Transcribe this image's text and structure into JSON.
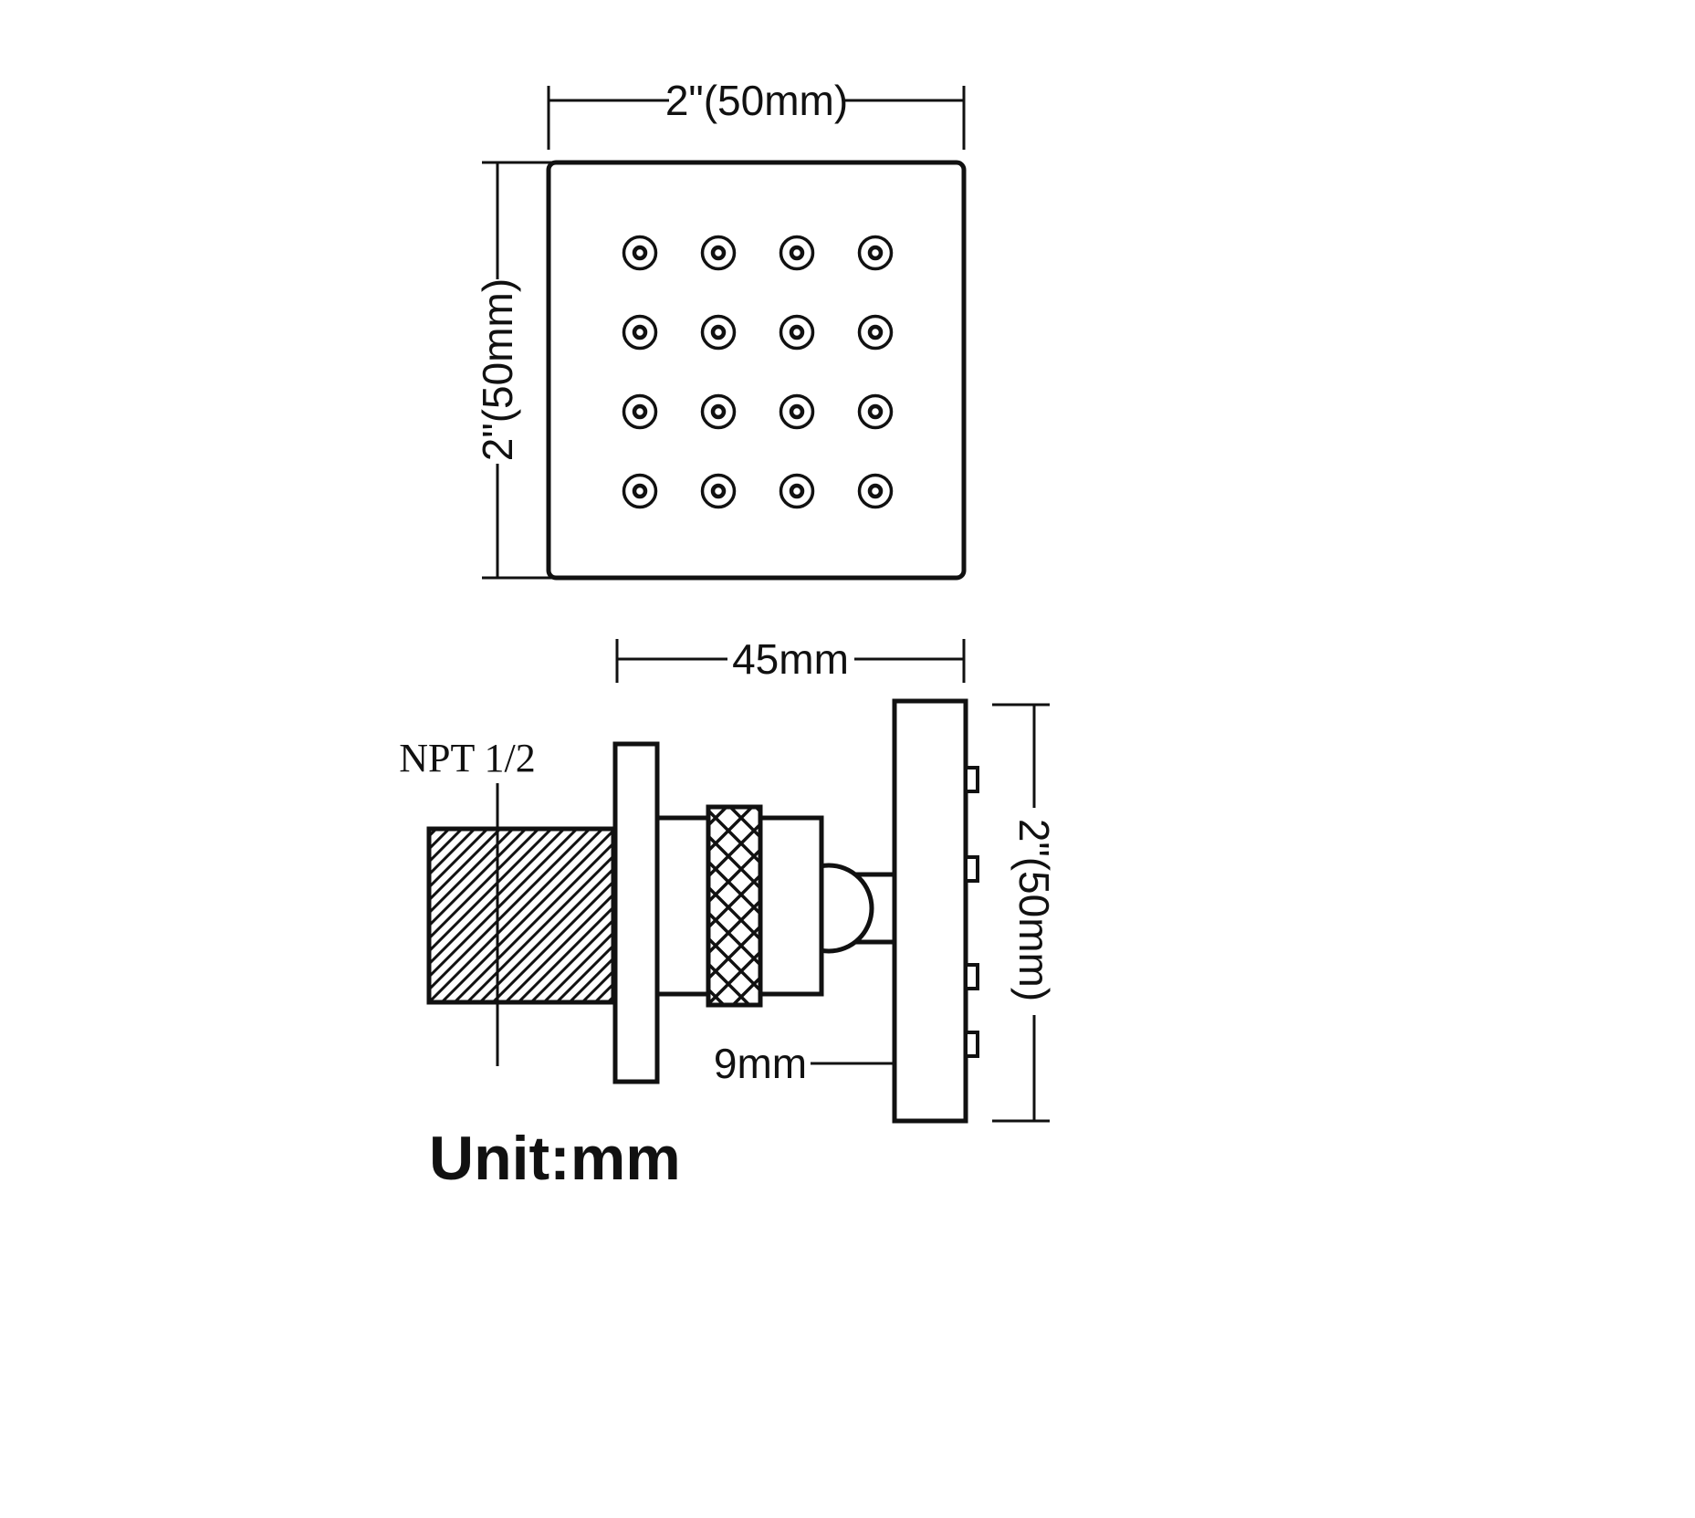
{
  "diagram": {
    "unit_label": "Unit:mm",
    "top_view": {
      "width_label": "2\"(50mm)",
      "height_label": "2\"(50mm)",
      "nozzle_rows": 4,
      "nozzle_cols": 4
    },
    "side_view": {
      "width_label": "45mm",
      "thread_label": "NPT 1/2",
      "height_label": "2\"(50mm)",
      "plate_thickness_label": "9mm"
    },
    "colors": {
      "line": "#111111",
      "background": "#ffffff"
    }
  }
}
